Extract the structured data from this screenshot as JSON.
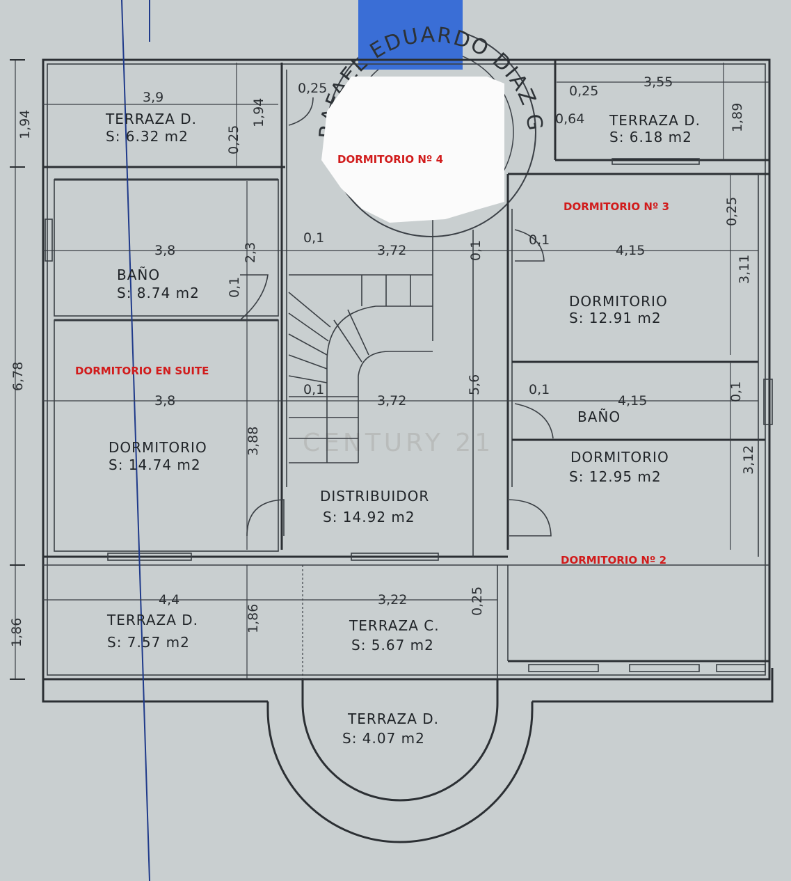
{
  "colors": {
    "paper": "#c9cfd0",
    "ink": "#2b2f33",
    "room_label_red": "#d11b1b",
    "watermark": "#b9bcbb",
    "stamp_blue": "#3a6ed6"
  },
  "red_labels": {
    "dorm4": "DORMITORIO Nº 4",
    "dorm3": "DORMITORIO Nº 3",
    "suite": "DORMITORIO EN SUITE",
    "dorm2": "DORMITORIO Nº 2"
  },
  "rooms": {
    "terraza_nw": {
      "name": "TERRAZA D.",
      "area": "S:  6.32  m2"
    },
    "terraza_ne": {
      "name": "TERRAZA D.",
      "area": "S:  6.18  m2"
    },
    "bano": {
      "name": "BAÑO",
      "area": "S:  8.74  m2"
    },
    "dorm_3": {
      "name": "DORMITORIO",
      "area": "S:  12.91  m2"
    },
    "dorm_suite": {
      "name": "DORMITORIO",
      "area": "S:  14.74  m2"
    },
    "bano_2": {
      "name": "BAÑO"
    },
    "dorm_2": {
      "name": "DORMITORIO",
      "area": "S:  12.95  m2"
    },
    "distribuidor": {
      "name": "DISTRIBUIDOR",
      "area": "S:  14.92  m2"
    },
    "terraza_sw": {
      "name": "TERRAZA D.",
      "area": "S:  7.57  m2"
    },
    "terraza_c": {
      "name": "TERRAZA C.",
      "area": "S:  5.67  m2"
    },
    "terraza_s": {
      "name": "TERRAZA D.",
      "area": "S:  4.07  m2"
    }
  },
  "dimensions": {
    "d_3_9": "3,9",
    "d_0_25_a": "0,25",
    "d_3_55": "3,55",
    "d_0_25_b": "0,25",
    "d_0_64": "0,64",
    "d_1_89": "1,89",
    "d_1_94_left": "1,94",
    "d_0_25_v": "0,25",
    "d_1_94_mid": "1,94",
    "d_3_8_a": "3,8",
    "d_2_3": "2,3",
    "d_0_1_a": "0,1",
    "d_3_72_a": "3,72",
    "d_0_1_b": "0,1",
    "d_0_1_c": "0,1",
    "d_4_15_a": "4,15",
    "d_0_25_r": "0,25",
    "d_3_11": "3,11",
    "d_0_1_d": "0,1",
    "d_6_78": "6,78",
    "d_3_8_b": "3,8",
    "d_0_1_e": "0,1",
    "d_3_72_b": "3,72",
    "d_5_6": "5,6",
    "d_0_1_f": "0,1",
    "d_4_15_b": "4,15",
    "d_0_1_g": "0,1",
    "d_3_88": "3,88",
    "d_3_12": "3,12",
    "d_4_4": "4,4",
    "d_3_22": "3,22",
    "d_0_25_c": "0,25",
    "d_1_86_left": "1,86",
    "d_1_86_mid": "1,86"
  },
  "watermark": "CENTURY 21",
  "stamp": {
    "ring_text": "RAFAEL EDUARDO DIAZ GARITO"
  }
}
